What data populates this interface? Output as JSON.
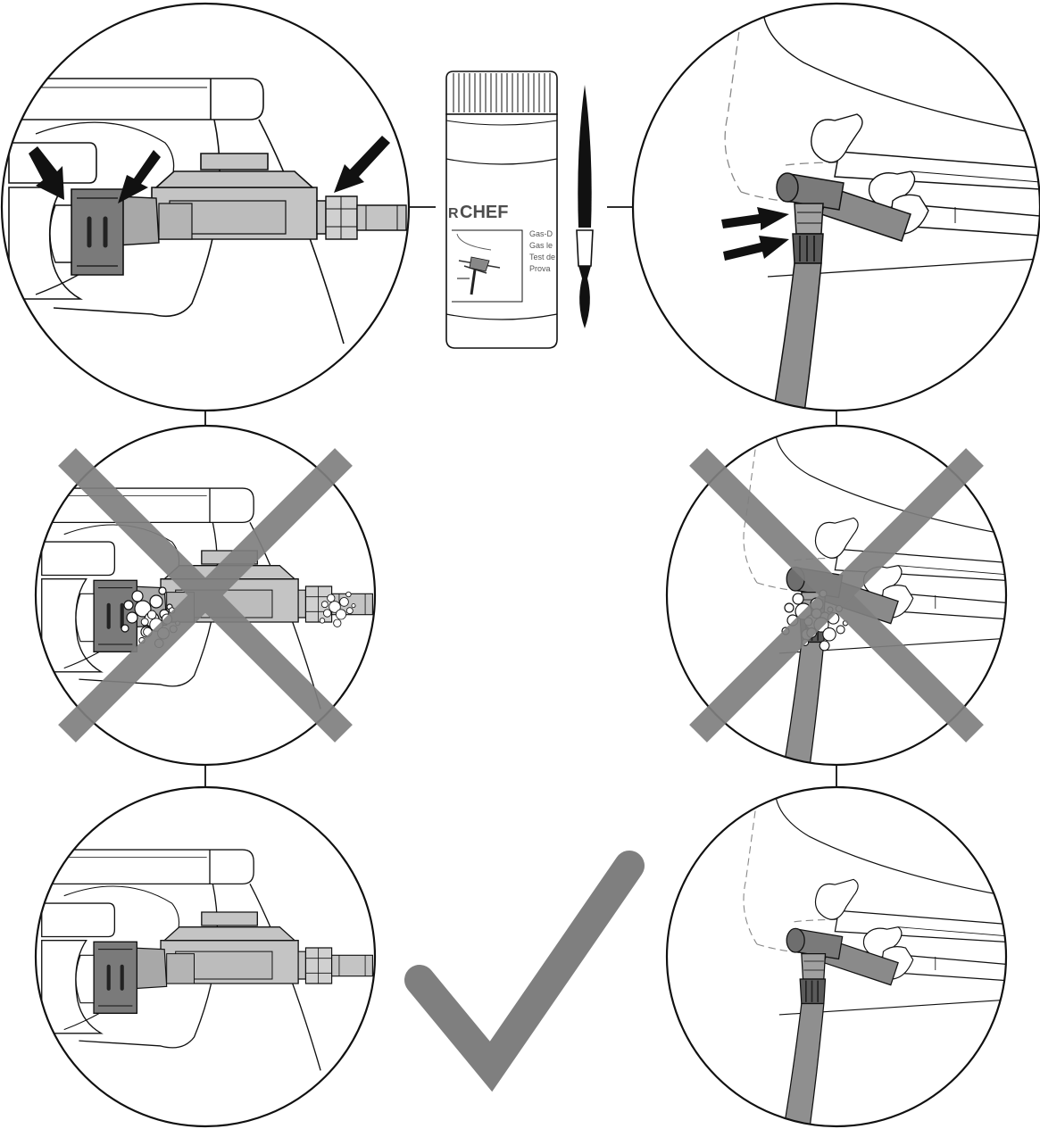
{
  "colors": {
    "line": "#111111",
    "part_fill": "#c4c4c4",
    "part_dark": "#7a7a7a",
    "mark_gray": "#7f7f7f",
    "background": "#ffffff"
  },
  "bottle": {
    "brand_prefix": "R",
    "brand": "CHEF",
    "label_lines": [
      "Gas-D",
      "Gas le",
      "Test de",
      "Prova"
    ]
  },
  "panels": [
    {
      "id": "regulator-check",
      "status": "inspect"
    },
    {
      "id": "regulator-leak",
      "status": "leak"
    },
    {
      "id": "regulator-ok",
      "status": "ok"
    },
    {
      "id": "valve-check",
      "status": "inspect"
    },
    {
      "id": "valve-leak",
      "status": "leak"
    },
    {
      "id": "valve-ok",
      "status": "ok"
    }
  ],
  "icons": [
    "arrow-icon",
    "cross-icon",
    "checkmark-icon",
    "brush-icon",
    "bubbles-icon"
  ]
}
